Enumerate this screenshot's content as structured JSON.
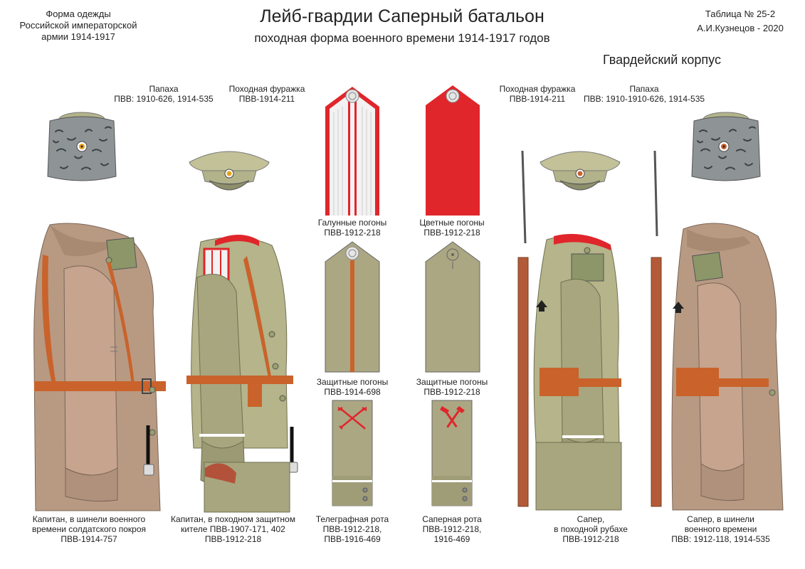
{
  "header": {
    "left_note": "Форма одежды\nРоссийской императорской\nармии  1914-1917",
    "title": "Лейб-гвардии Саперный батальон",
    "subtitle": "походная форма военного времени 1914-1917 годов",
    "table_no": "Таблица № 25-2",
    "author": "А.И.Кузнецов - 2020",
    "corps": "Гвардейский корпус"
  },
  "headwear": {
    "papakha_left": "Папаха\nПВВ: 1910-626, 1914-535",
    "cap_left": "Походная фуражка\nПВВ-1914-211",
    "cap_right": "Походная фуражка\nПВВ-1914-211",
    "papakha_right": "Папаха\nПВВ: 1910-1910-626, 1914-535"
  },
  "shoulder_boards": {
    "galloon": "Галунные погоны\nПВВ-1912-218",
    "colored": "Цветные погоны\nПВВ-1912-218",
    "protective_1": "Защитные погоны\nПВВ-1914-698",
    "protective_2": "Защитные  погоны\nПВВ-1912-218"
  },
  "figures": {
    "captain_greatcoat": "Капитан, в шинели военного\nвремени солдатского покроя\nПВВ-1914-757",
    "captain_tunic": "Капитан, в походном защитном\nкителе ПВВ-1907-171, 402\nПВВ-1912-218",
    "telegraph": "Телеграфная рота\nПВВ-1912-218,\nПВВ-1916-469",
    "sapper_company": "Саперная рота\nПВВ-1912-218,\n1916-469",
    "sapper_shirt": "Сапер,\nв походной рубахе\nПВВ-1912-218",
    "sapper_greatcoat": "Сапер, в шинели\nвоенного времени\nПВВ: 1912-118, 1914-535"
  },
  "colors": {
    "khaki": "#b5b48a",
    "coat": "#b89a83",
    "leather": "#c9632b",
    "red": "#e0262b",
    "fur": "#8e9396"
  }
}
